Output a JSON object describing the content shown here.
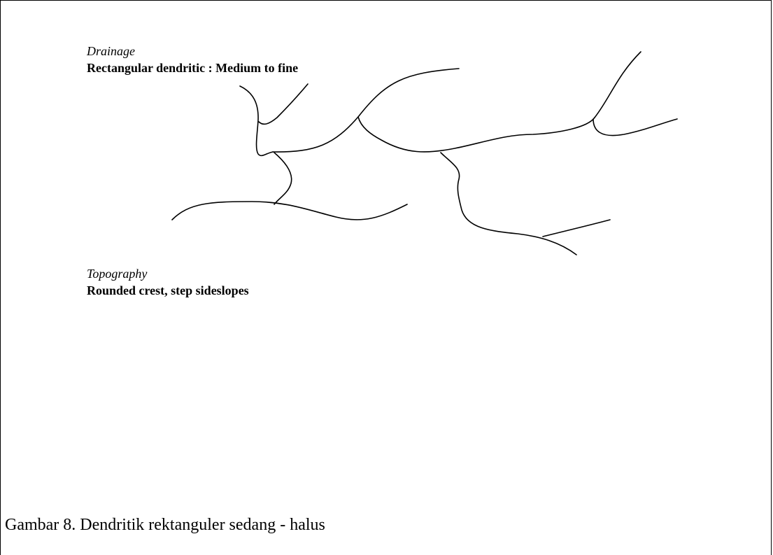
{
  "drainage": {
    "heading": "Drainage",
    "value": "Rectangular dendritic : Medium to fine"
  },
  "topography": {
    "heading": "Topography",
    "value": "Rounded crest, step sideslopes"
  },
  "caption": "Gambar 8. Dendritik rektanguler sedang -  halus",
  "colors": {
    "background": "#ffffff",
    "stroke": "#000000"
  }
}
